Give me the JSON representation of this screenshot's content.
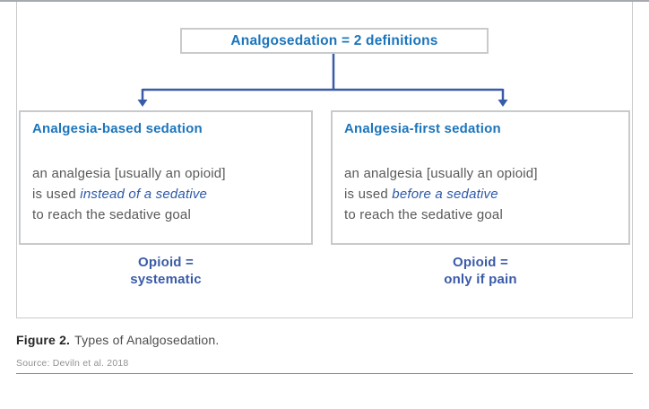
{
  "colors": {
    "heading_blue": "#1b75bc",
    "accent_blue": "#3a5ba8",
    "body_gray": "#58595b",
    "box_border_gray": "#c9cacc",
    "rule_gray": "#87898c"
  },
  "diagram": {
    "root_label": "Analgosedation = 2 definitions",
    "branches": [
      {
        "title": "Analgesia-based sedation",
        "line1": "an analgesia [usually an opioid]",
        "line2_prefix": "is used ",
        "line2_emphasis": "instead of a sedative",
        "line3": "to reach the sedative goal",
        "note_line1": "Opioid =",
        "note_line2": "systematic"
      },
      {
        "title": "Analgesia-first sedation",
        "line1": "an analgesia [usually an opioid]",
        "line2_prefix": "is used ",
        "line2_emphasis": "before a sedative",
        "line3": "to reach the sedative goal",
        "note_line1": "Opioid =",
        "note_line2": "only if pain"
      }
    ]
  },
  "caption": {
    "label": "Figure 2.",
    "text": "Types of Analgosedation."
  },
  "source_line": "Source: Deviln et al. 2018"
}
